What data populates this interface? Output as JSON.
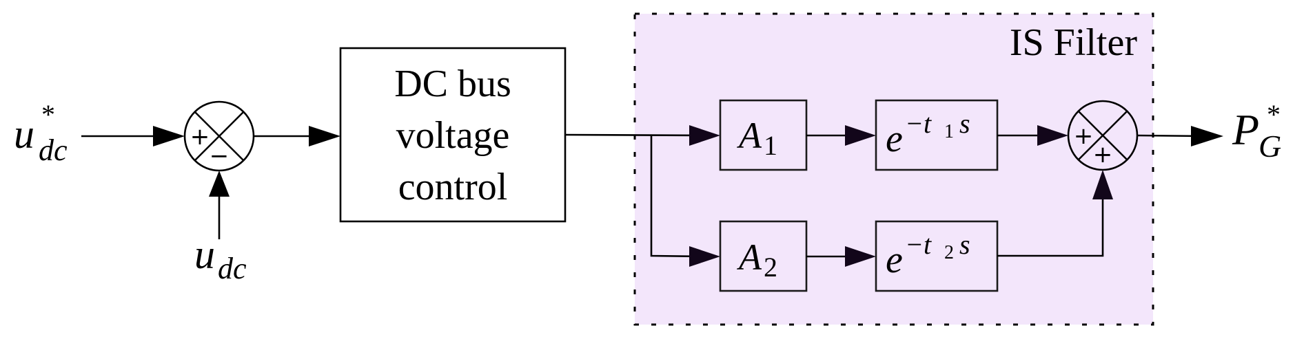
{
  "diagram": {
    "type": "block-diagram",
    "colors": {
      "filter_background": "#f3e6fb",
      "stroke": "#000000"
    },
    "inputs": {
      "reference": {
        "symbol": "u",
        "subscript": "dc",
        "superscript": "*"
      },
      "feedback": {
        "symbol": "u",
        "subscript": "dc"
      }
    },
    "summing_junction_1": {
      "signs": [
        "+",
        "−"
      ]
    },
    "controller_block": {
      "lines": [
        "DC bus",
        "voltage",
        "control"
      ]
    },
    "filter": {
      "label": "IS Filter",
      "branches": [
        {
          "gain": {
            "symbol": "A",
            "subscript": "1"
          },
          "delay": {
            "base": "e",
            "exponent_prefix": "−t",
            "exponent_subscript": "1",
            "exponent_suffix": "s"
          }
        },
        {
          "gain": {
            "symbol": "A",
            "subscript": "2"
          },
          "delay": {
            "base": "e",
            "exponent_prefix": "−t",
            "exponent_subscript": "2",
            "exponent_suffix": "s"
          }
        }
      ],
      "summing_junction_2": {
        "signs": [
          "+",
          "+"
        ]
      }
    },
    "output": {
      "symbol": "P",
      "subscript": "G",
      "superscript": "*"
    }
  }
}
